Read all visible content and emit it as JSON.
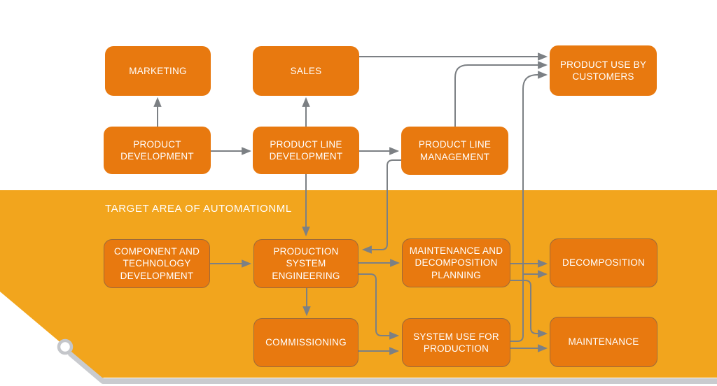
{
  "diagram": {
    "target_area_label": "TARGET AREA OF AUTOMATIONML",
    "nodes": {
      "marketing": {
        "label": "MARKETING"
      },
      "sales": {
        "label": "SALES"
      },
      "product_use_by_customers": {
        "label": "PRODUCT USE BY CUSTOMERS"
      },
      "product_development": {
        "label": "PRODUCT DEVELOPMENT"
      },
      "product_line_development": {
        "label": "PRODUCT LINE DEVELOPMENT"
      },
      "product_line_management": {
        "label": "PRODUCT LINE MANAGEMENT"
      },
      "component_and_technology_development": {
        "label": "COMPONENT AND TECHNOLOGY DEVELOPMENT"
      },
      "production_system_engineering": {
        "label": "PRODUCTION SYSTEM ENGINEERING"
      },
      "maintenance_and_decomposition_planning": {
        "label": "MAINTENANCE AND DECOMPOSITION PLANNING"
      },
      "decomposition": {
        "label": "DECOMPOSITION"
      },
      "commissioning": {
        "label": "COMMISSIONING"
      },
      "system_use_for_production": {
        "label": "SYSTEM USE FOR PRODUCTION"
      },
      "maintenance": {
        "label": "MAINTENANCE"
      }
    },
    "edges": [
      {
        "from": "PRODUCT DEVELOPMENT",
        "to": "MARKETING"
      },
      {
        "from": "PRODUCT DEVELOPMENT",
        "to": "PRODUCT LINE DEVELOPMENT"
      },
      {
        "from": "PRODUCT LINE DEVELOPMENT",
        "to": "SALES"
      },
      {
        "from": "PRODUCT LINE DEVELOPMENT",
        "to": "PRODUCT LINE MANAGEMENT"
      },
      {
        "from": "PRODUCT LINE DEVELOPMENT",
        "to": "PRODUCTION SYSTEM ENGINEERING"
      },
      {
        "from": "SALES",
        "to": "PRODUCT USE BY CUSTOMERS"
      },
      {
        "from": "PRODUCT LINE MANAGEMENT",
        "to": "PRODUCT USE BY CUSTOMERS"
      },
      {
        "from": "PRODUCT LINE MANAGEMENT",
        "to": "PRODUCTION SYSTEM ENGINEERING"
      },
      {
        "from": "COMPONENT AND TECHNOLOGY DEVELOPMENT",
        "to": "PRODUCTION SYSTEM ENGINEERING"
      },
      {
        "from": "PRODUCTION SYSTEM ENGINEERING",
        "to": "MAINTENANCE AND DECOMPOSITION PLANNING"
      },
      {
        "from": "PRODUCTION SYSTEM ENGINEERING",
        "to": "COMMISSIONING"
      },
      {
        "from": "PRODUCTION SYSTEM ENGINEERING",
        "to": "SYSTEM USE FOR PRODUCTION"
      },
      {
        "from": "COMMISSIONING",
        "to": "SYSTEM USE FOR PRODUCTION"
      },
      {
        "from": "MAINTENANCE AND DECOMPOSITION PLANNING",
        "to": "DECOMPOSITION"
      },
      {
        "from": "MAINTENANCE AND DECOMPOSITION PLANNING",
        "to": "MAINTENANCE"
      },
      {
        "from": "SYSTEM USE FOR PRODUCTION",
        "to": "DECOMPOSITION"
      },
      {
        "from": "SYSTEM USE FOR PRODUCTION",
        "to": "MAINTENANCE"
      },
      {
        "from": "SYSTEM USE FOR PRODUCTION",
        "to": "PRODUCT USE BY CUSTOMERS"
      }
    ],
    "colors": {
      "node_fill": "#E8790F",
      "band_fill": "#F2A51D",
      "arrow": "#7C8084",
      "text": "#FFFFFF",
      "shadow_gray": "#C9CBCF"
    }
  }
}
